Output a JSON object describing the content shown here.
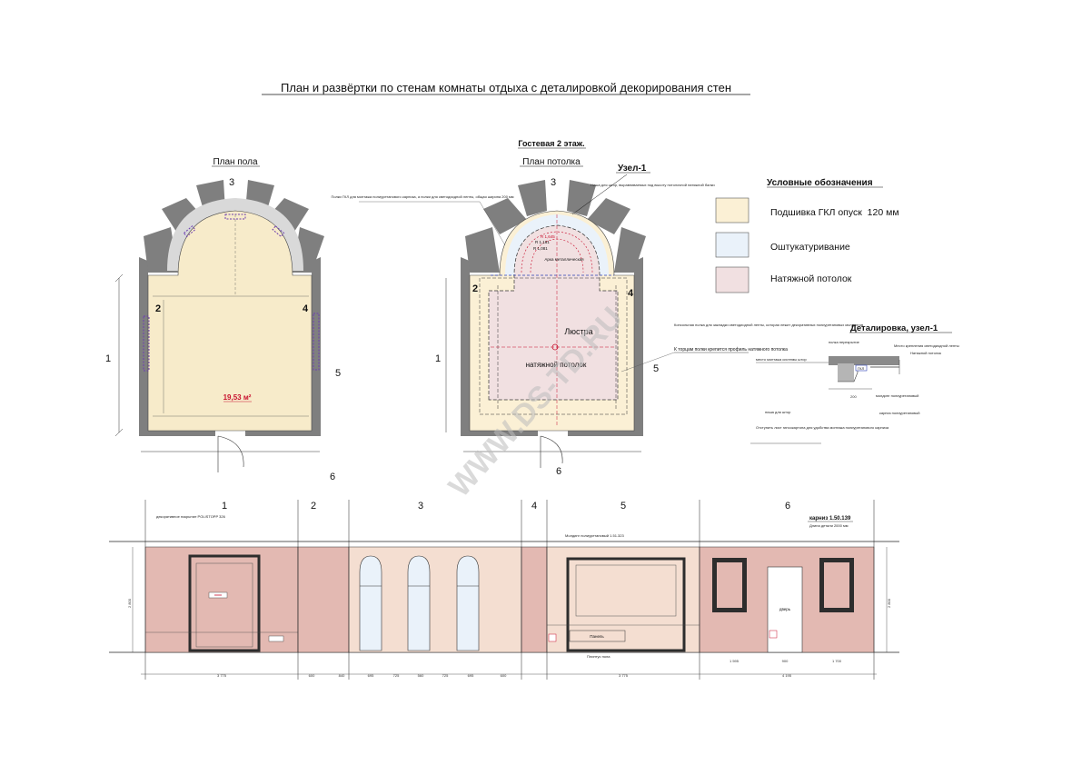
{
  "title": "План и развёртки по стенам комнаты отдыха с деталировкой декорирования стен",
  "floor_label": "Гостевая 2 этаж.",
  "plan_floor": {
    "title": "План пола",
    "area": "19,53 м²",
    "wall_numbers": [
      "3",
      "2",
      "4",
      "1",
      "5",
      "6"
    ]
  },
  "plan_ceiling": {
    "title": "План потолка",
    "wall_numbers": [
      "3",
      "2",
      "4",
      "1",
      "5",
      "6"
    ],
    "node_label": "Узел-1",
    "chandelier": "Люстра",
    "stretch_ceiling": "натяжной потолок",
    "r1": "R 1,645",
    "r2": "R 1,161",
    "r3": "R 1,081",
    "arch_note": "Арка металлическая",
    "note_left": "Полки ГКЛ для монтажа полиуретанового карниза, а полки для светодиодной ленты, общая ширина 200 мм",
    "note_top": "Ниша для штор, выравниваемых под высоту потолочной натяжной балки",
    "note_right": "Консольная полка для закладки светодиодной ленты, которая лежит декоративных полиуретановых молдингов",
    "note_right_2": "К торцам полки крепится профиль натяжного потолка"
  },
  "legend": {
    "title": "Условные обозначения",
    "items": [
      {
        "label": "Подшивка ГКЛ опуск  120 мм",
        "color": "#fbf0d5"
      },
      {
        "label": "Оштукатуривание",
        "color": "#eaf2fa"
      },
      {
        "label": "Натяжной потолок",
        "color": "#f1e0e1"
      }
    ]
  },
  "detail": {
    "title": "Деталировка, узел-1",
    "labels": [
      "полка перекрытие",
      "Место крепления светодиодной ленты",
      "Натяжной потолок",
      "место монтажа системы штор",
      "молдинг полиуретановый",
      "карниз полиуретановый",
      "Отступить лист гипсокартона для удобства монтажа полиуретанового карниза",
      "ниша для штор"
    ],
    "dim": "200"
  },
  "elevations": {
    "walls": [
      "1",
      "2",
      "3",
      "4",
      "5",
      "6"
    ],
    "cornice": "карниз 1.50.139",
    "cornice_note": "Длина детали 2000 мм",
    "panel_label": "Панель",
    "baseboard_label": "Плинтус пола",
    "door_label": "дверь",
    "dims_bottom": [
      "3 775",
      "600",
      "840",
      "695",
      "725",
      "560",
      "725",
      "695",
      "600",
      "3 775",
      "1 595",
      "900",
      "1 700",
      "4 195"
    ],
    "heights": [
      "2 800",
      "2 800"
    ],
    "molding_label": "Молдинг полиуретановый 1.51.323",
    "decor_label": "декоративное покрытие POLISTOPP 326"
  },
  "watermark": "WWW.DS-TD.RU",
  "colors": {
    "floor_fill": "#f7ebca",
    "wall_grey": "#7f7f7f",
    "elevation_pink": "#e3b9b2",
    "elevation_light": "#f4ded1",
    "elevation_frame": "#2d2d2d",
    "window_blue": "#eaf2fa",
    "stretch": "#f1e0e1",
    "plaster": "#eaf2fa",
    "gkl": "#fbf0d5"
  }
}
